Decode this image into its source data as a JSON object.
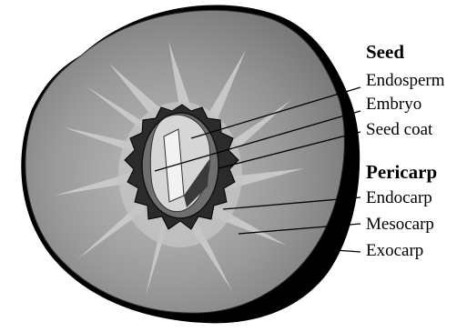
{
  "diagram": {
    "groups": [
      {
        "heading": "Seed",
        "items": [
          "Endosperm",
          "Embryo",
          "Seed coat"
        ]
      },
      {
        "heading": "Pericarp",
        "items": [
          "Endocarp",
          "Mesocarp",
          "Exocarp"
        ]
      }
    ],
    "colors": {
      "exocarp": "#000000",
      "mesocarp": "#8c8c8c",
      "mesocarp_light": "#b4b4b4",
      "endocarp": "#2b2b2b",
      "seed_coat": "#6e6e6e",
      "endosperm": "#d6d6d6",
      "embryo": "#4a4a4a"
    }
  }
}
